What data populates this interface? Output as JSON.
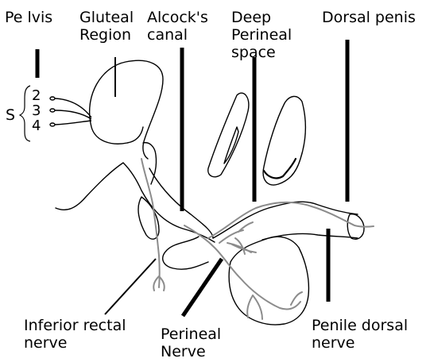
{
  "labels": {
    "pelvis": [
      "Pe lvis"
    ],
    "gluteal_region": [
      "Gluteal",
      "Region"
    ],
    "alcocks_canal": [
      "Alcock's",
      "canal"
    ],
    "deep_perineal_space": [
      "Deep",
      "Perineal",
      "space"
    ],
    "dorsal_penis": [
      "Dorsal penis"
    ],
    "inferior_rectal_nerve": [
      "Inferior rectal",
      "nerve"
    ],
    "perineal_nerve": [
      "Perineal",
      "Nerve"
    ],
    "penile_dorsal_nerve": [
      "Penile dorsal",
      "nerve"
    ]
  },
  "sacral_roots": {
    "letter": "S",
    "levels": [
      "2",
      "3",
      "4"
    ]
  },
  "colors": {
    "outline": "#000000",
    "nerve": "#8c8c8c",
    "pointer": "#000000",
    "background": "#ffffff"
  }
}
